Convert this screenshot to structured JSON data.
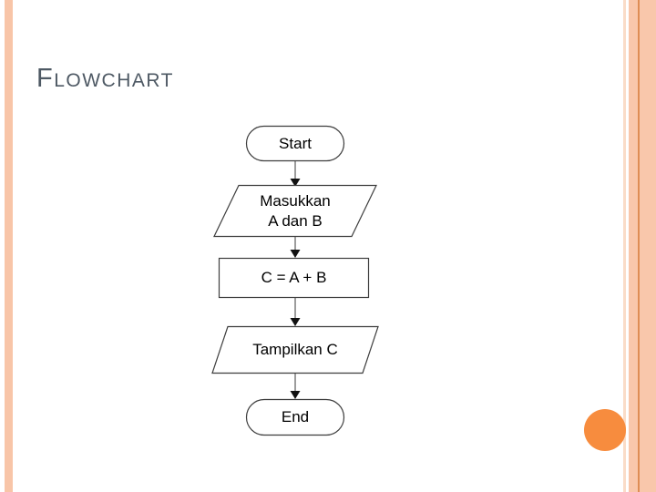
{
  "slide": {
    "title_initial": "F",
    "title_rest": "LOWCHART"
  },
  "flowchart": {
    "nodes": [
      {
        "id": "start",
        "type": "terminator",
        "label": "Start"
      },
      {
        "id": "input",
        "type": "parallelogram",
        "label": "Masukkan\nA dan B"
      },
      {
        "id": "process",
        "type": "rectangle",
        "label": "C = A + B"
      },
      {
        "id": "output",
        "type": "parallelogram",
        "label": "Tampilkan C"
      },
      {
        "id": "end",
        "type": "terminator",
        "label": "End"
      }
    ]
  },
  "colors": {
    "stripe_salmon": "#f8c5a8",
    "stripe_pale": "#fadcc8",
    "stripe_dark_line": "#de8d55",
    "accent_circle": "#f78c3e",
    "title_text": "#4e5964",
    "shape_border": "#3d3d3d",
    "arrow_line": "#595959",
    "arrow_head": "#111111",
    "node_text": "#000000"
  }
}
